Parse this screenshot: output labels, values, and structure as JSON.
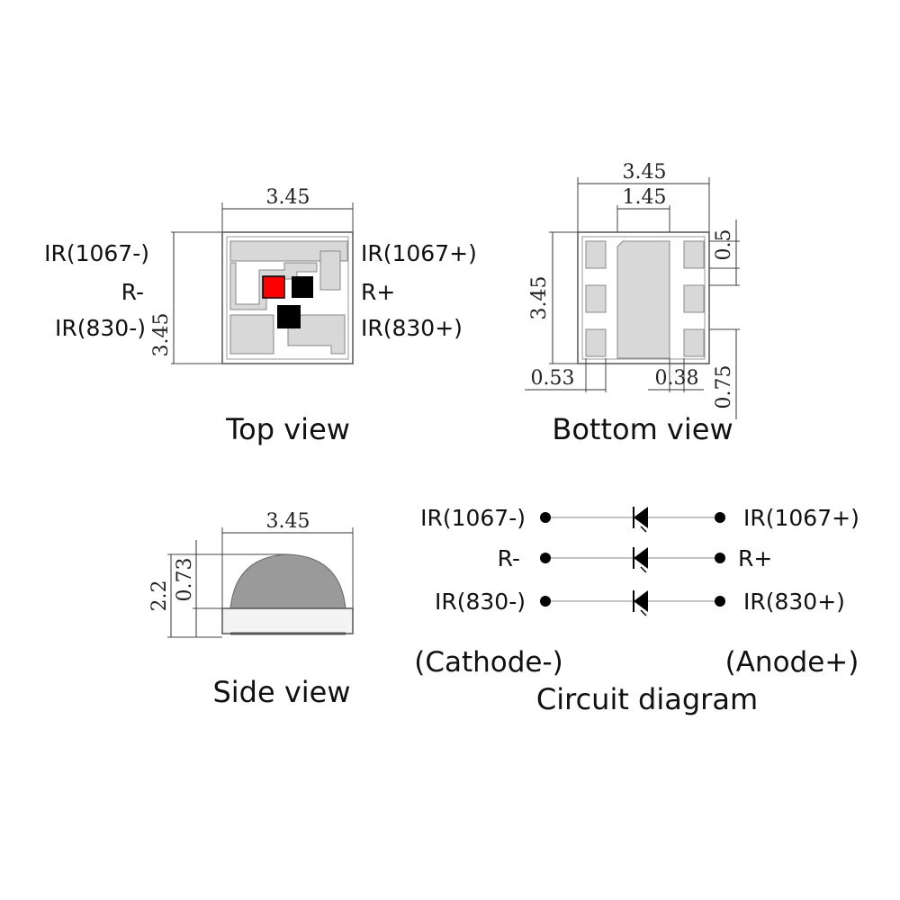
{
  "top_view": {
    "caption": "Top view",
    "width_dim": "3.45",
    "height_dim": "3.45",
    "left_labels": [
      "IR(1067-)",
      "R-",
      "IR(830-)"
    ],
    "right_labels": [
      "IR(1067+)",
      "R+",
      "IR(830+)"
    ],
    "chip_colors": {
      "red": "#ff0000",
      "black": "#000000"
    }
  },
  "bottom_view": {
    "caption": "Bottom view",
    "width_dim": "3.45",
    "pad_dim": "1.45",
    "height_dim": "3.45",
    "pad_height_dim": "0.5",
    "left_offset_dim": "0.53",
    "gap_dim": "0.38",
    "pitch_dim": "0.75"
  },
  "side_view": {
    "caption": "Side view",
    "width_dim": "3.45",
    "total_height_dim": "2.2",
    "base_height_dim": "0.73"
  },
  "circuit": {
    "caption": "Circuit diagram",
    "rows": [
      {
        "cathode": "IR(1067-)",
        "anode": "IR(1067+)"
      },
      {
        "cathode": "R-",
        "anode": "R+"
      },
      {
        "cathode": "IR(830-)",
        "anode": "IR(830+)"
      }
    ],
    "cathode_label": "(Cathode-)",
    "anode_label": "(Anode+)"
  }
}
